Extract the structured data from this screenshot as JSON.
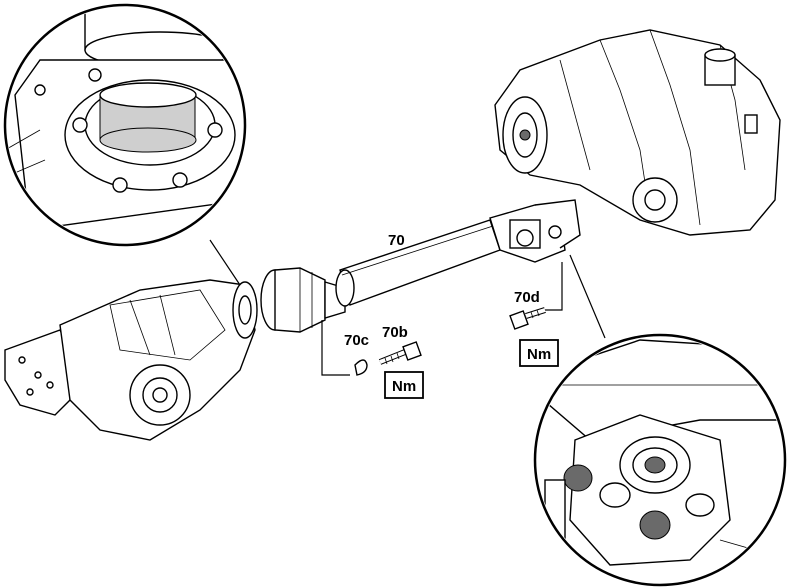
{
  "labels": {
    "shaft": "70",
    "bolt": "70b",
    "clip": "70c",
    "rear_bolt": "70d"
  },
  "torque_boxes": {
    "front": "Nm",
    "rear": "Nm"
  }
}
